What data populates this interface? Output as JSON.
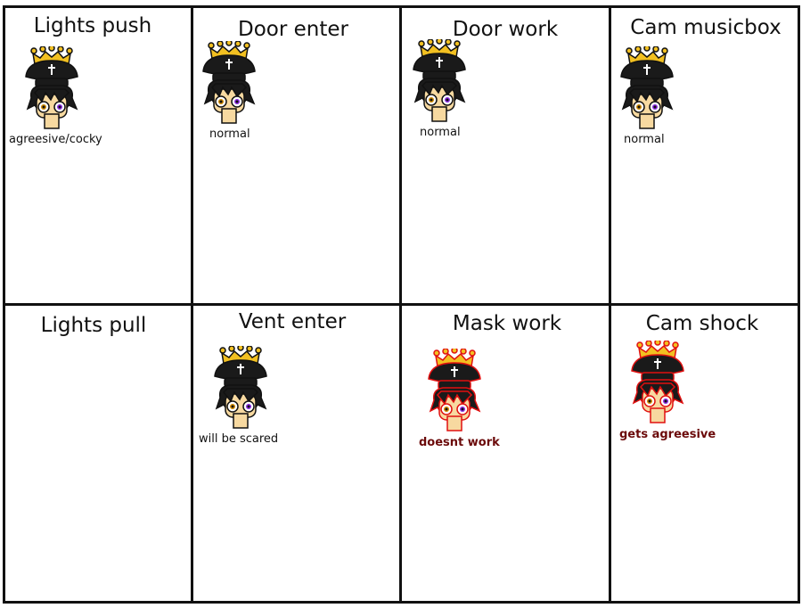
{
  "cells": [
    {
      "title": "Lights push",
      "caption": "agreesive/cocky",
      "variant": "normal"
    },
    {
      "title": "Door enter",
      "caption": "normal",
      "variant": "normal"
    },
    {
      "title": "Door work",
      "caption": "normal",
      "variant": "normal"
    },
    {
      "title": "Cam musicbox",
      "caption": "normal",
      "variant": "normal"
    },
    {
      "title": "Lights pull"
    },
    {
      "title": "Vent enter",
      "caption": "will be scared",
      "variant": "normal"
    },
    {
      "title": "Mask work",
      "caption": "doesnt work",
      "variant": "red"
    },
    {
      "title": "Cam shock",
      "caption": "gets agreesive",
      "variant": "red"
    }
  ],
  "colors": {
    "crown": "#f2c021",
    "hat": "#1a1a1a",
    "skin": "#f7d9a0",
    "eye_left": "#d08a00",
    "eye_right": "#8a2be2",
    "red_outline": "#e01010",
    "red_caption": "#6b0a0a"
  }
}
